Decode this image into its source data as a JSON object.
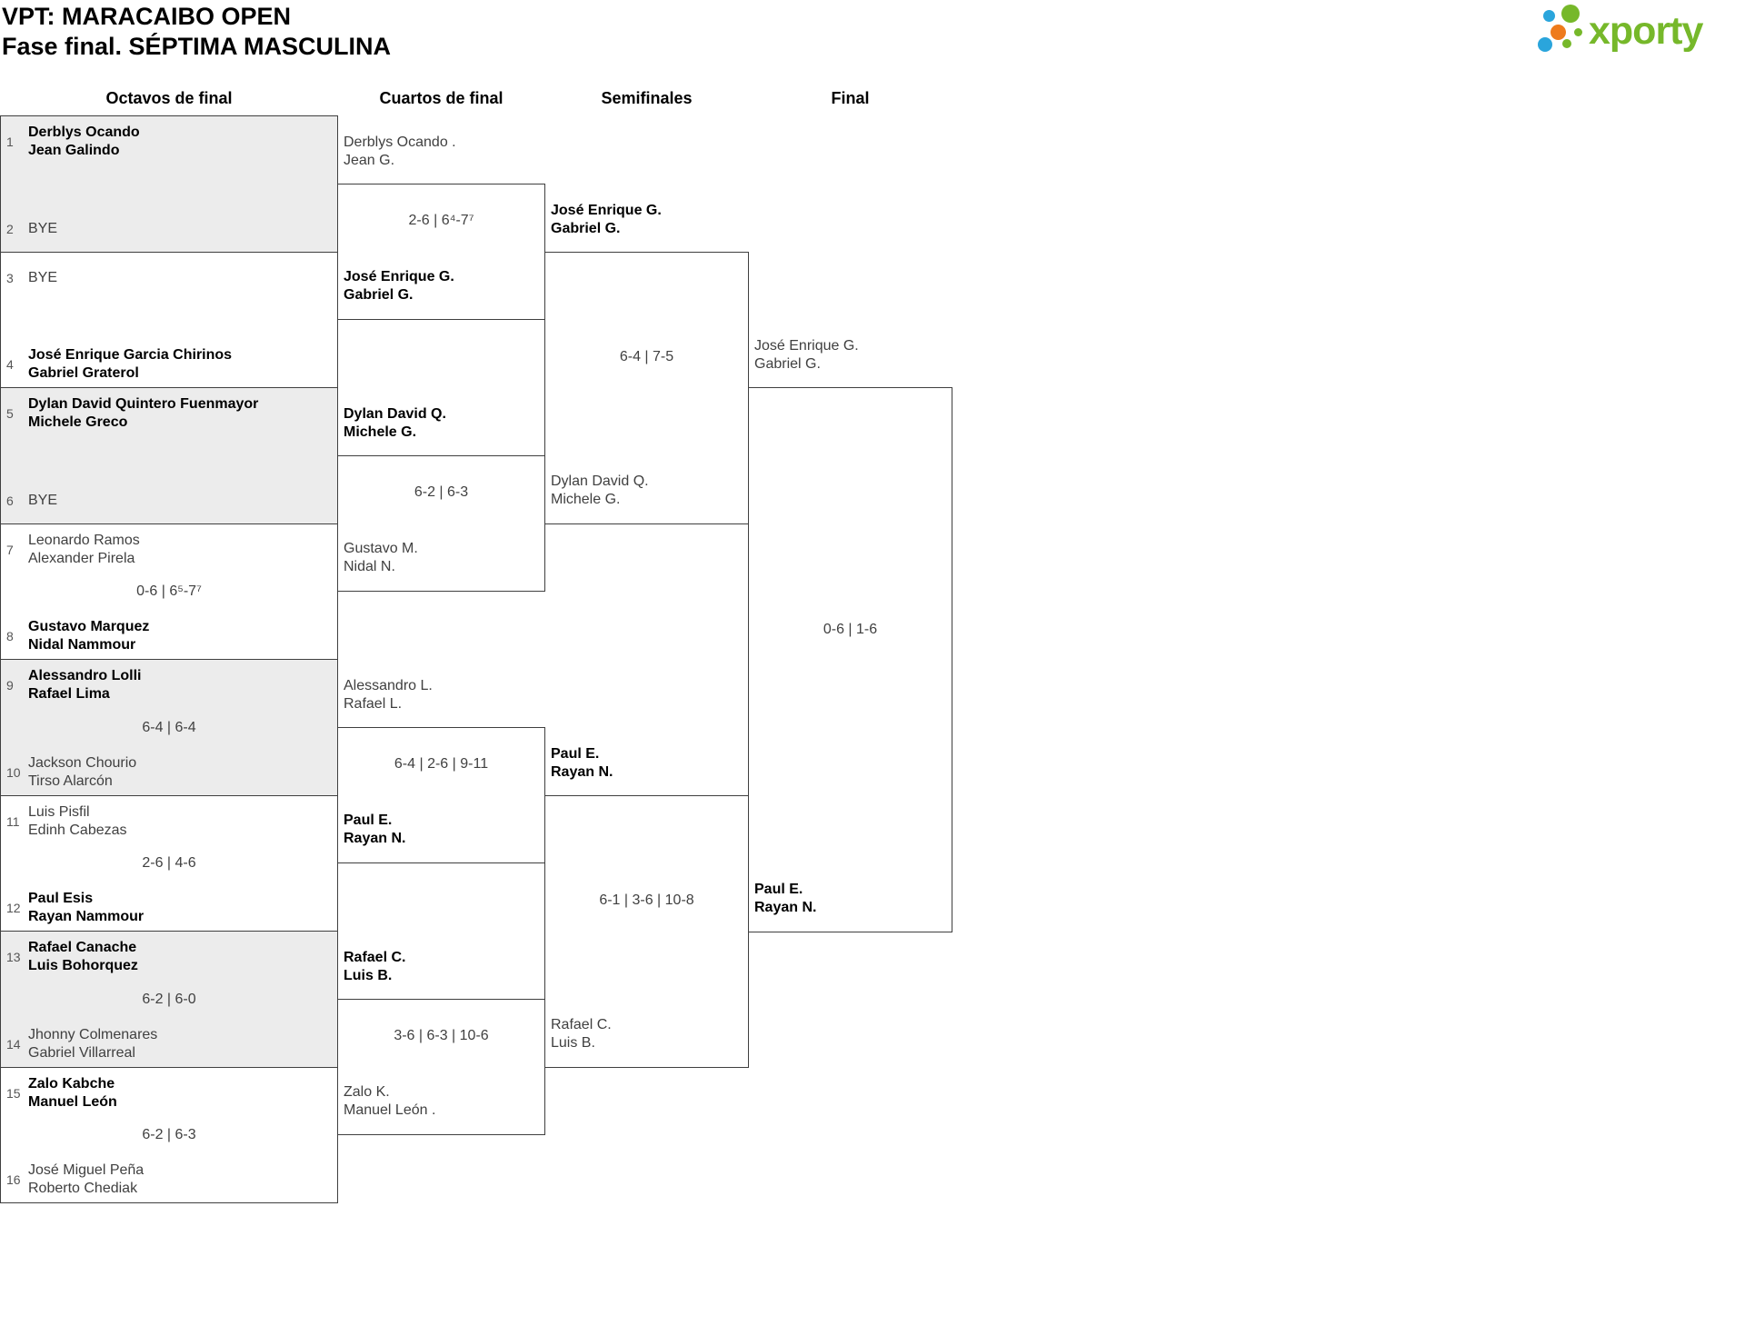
{
  "title": {
    "line1": "VPT: MARACAIBO OPEN",
    "line2": "Fase final. SÉPTIMA MASCULINA"
  },
  "logo": {
    "text": "xporty"
  },
  "colors": {
    "logo_green": "#76b82a",
    "logo_blue": "#2aa5dc",
    "logo_orange": "#ee7b1c",
    "shaded_match_bg": "#ececec",
    "border": "#3f3f3f",
    "winner_text": "#000000",
    "text": "#404040"
  },
  "rounds": {
    "octavos_label": "Octavos de final",
    "cuartos_label": "Cuartos de final",
    "semifinales_label": "Semifinales",
    "final_label": "Final"
  },
  "octavos": [
    {
      "seed_top": "1",
      "top": [
        "Derblys Ocando",
        "Jean Galindo"
      ],
      "top_bold": true,
      "score": "",
      "seed_bottom": "2",
      "bottom": [
        "BYE"
      ],
      "bottom_bold": false
    },
    {
      "seed_top": "3",
      "top": [
        "BYE"
      ],
      "top_bold": false,
      "score": "",
      "seed_bottom": "4",
      "bottom": [
        "José Enrique Garcia Chirinos",
        "Gabriel Graterol"
      ],
      "bottom_bold": true
    },
    {
      "seed_top": "5",
      "top": [
        "Dylan David Quintero Fuenmayor",
        "Michele Greco"
      ],
      "top_bold": true,
      "score": "",
      "seed_bottom": "6",
      "bottom": [
        "BYE"
      ],
      "bottom_bold": false
    },
    {
      "seed_top": "7",
      "top": [
        "Leonardo Ramos",
        "Alexander Pirela"
      ],
      "top_bold": false,
      "score": "0-6 | 6⁵-7⁷",
      "seed_bottom": "8",
      "bottom": [
        "Gustavo Marquez",
        "Nidal Nammour"
      ],
      "bottom_bold": true
    },
    {
      "seed_top": "9",
      "top": [
        "Alessandro Lolli",
        "Rafael Lima"
      ],
      "top_bold": true,
      "score": "6-4 | 6-4",
      "seed_bottom": "10",
      "bottom": [
        "Jackson Chourio",
        "Tirso Alarcón"
      ],
      "bottom_bold": false
    },
    {
      "seed_top": "11",
      "top": [
        "Luis Pisfil",
        "Edinh Cabezas"
      ],
      "top_bold": false,
      "score": "2-6 | 4-6",
      "seed_bottom": "12",
      "bottom": [
        "Paul Esis",
        "Rayan Nammour"
      ],
      "bottom_bold": true
    },
    {
      "seed_top": "13",
      "top": [
        "Rafael Canache",
        "Luis Bohorquez"
      ],
      "top_bold": true,
      "score": "6-2 | 6-0",
      "seed_bottom": "14",
      "bottom": [
        "Jhonny Colmenares",
        "Gabriel Villarreal"
      ],
      "bottom_bold": false
    },
    {
      "seed_top": "15",
      "top": [
        "Zalo Kabche",
        "Manuel León"
      ],
      "top_bold": true,
      "score": "6-2 | 6-3",
      "seed_bottom": "16",
      "bottom": [
        "José Miguel Peña",
        "Roberto Chediak"
      ],
      "bottom_bold": false
    }
  ],
  "cuartos": [
    {
      "top": [
        "Derblys Ocando .",
        "Jean G."
      ],
      "top_bold": false,
      "score": "2-6 | 6⁴-7⁷",
      "bottom": [
        "José Enrique G.",
        "Gabriel G."
      ],
      "bottom_bold": true
    },
    {
      "top": [
        "Dylan David Q.",
        "Michele G."
      ],
      "top_bold": true,
      "score": "6-2 | 6-3",
      "bottom": [
        "Gustavo M.",
        "Nidal N."
      ],
      "bottom_bold": false
    },
    {
      "top": [
        "Alessandro L.",
        "Rafael L."
      ],
      "top_bold": false,
      "score": "6-4 | 2-6 | 9-11",
      "bottom": [
        "Paul E.",
        "Rayan N."
      ],
      "bottom_bold": true
    },
    {
      "top": [
        "Rafael C.",
        "Luis B."
      ],
      "top_bold": true,
      "score": "3-6 | 6-3 | 10-6",
      "bottom": [
        "Zalo K.",
        "Manuel León ."
      ],
      "bottom_bold": false
    }
  ],
  "semifinales": [
    {
      "top": [
        "José Enrique G.",
        "Gabriel G."
      ],
      "top_bold": true,
      "score": "6-4 | 7-5",
      "bottom": [
        "Dylan David Q.",
        "Michele G."
      ],
      "bottom_bold": false
    },
    {
      "top": [
        "Paul E.",
        "Rayan N."
      ],
      "top_bold": true,
      "score": "6-1 | 3-6 | 10-8",
      "bottom": [
        "Rafael C.",
        "Luis B."
      ],
      "bottom_bold": false
    }
  ],
  "final": [
    {
      "top": [
        "José Enrique G.",
        "Gabriel G."
      ],
      "top_bold": false,
      "score": "0-6 | 1-6",
      "bottom": [
        "Paul E.",
        "Rayan N."
      ],
      "bottom_bold": true
    }
  ]
}
